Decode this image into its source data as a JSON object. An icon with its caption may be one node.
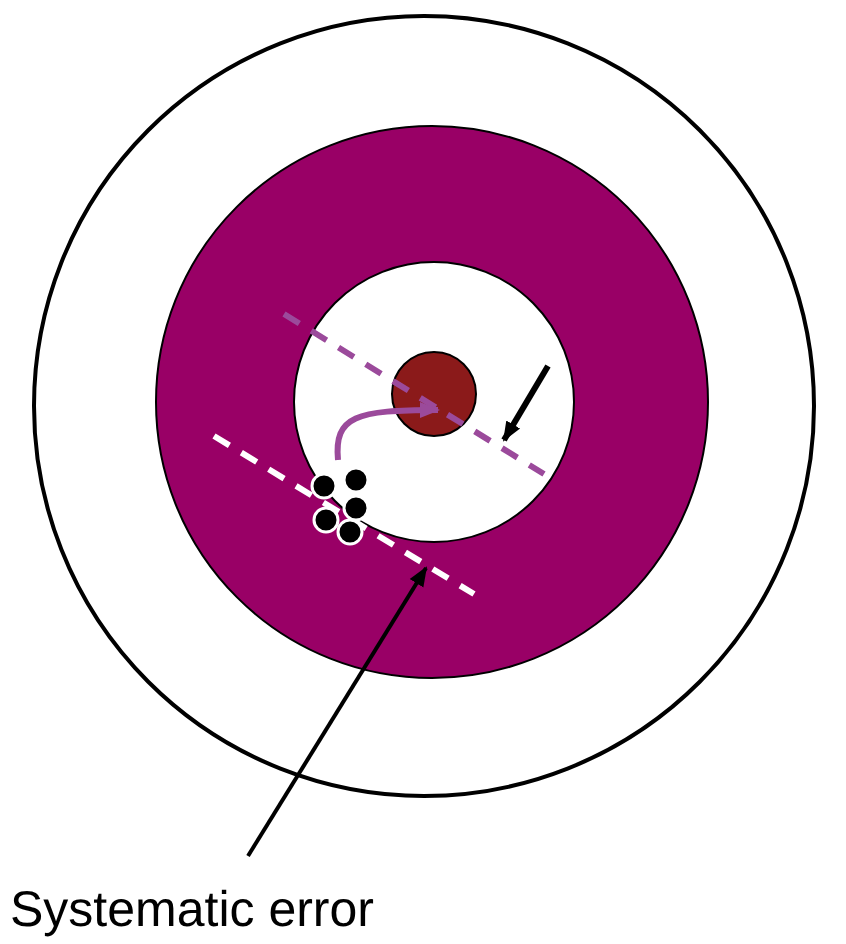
{
  "diagram": {
    "nodes": [
      {
        "text": [
          "Systematic error"
        ]
      },
      {
        "text": [],
        "shape": "line"
      }
    ],
    "edges": [
      {
        "from": 0,
        "to": 1,
        "arrow": "to"
      }
    ]
  }
}
